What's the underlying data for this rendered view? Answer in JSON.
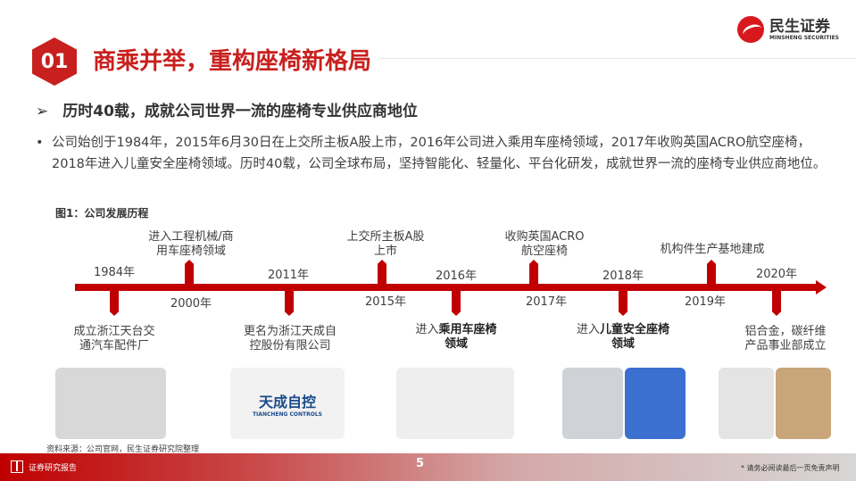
{
  "header": {
    "section_number": "01",
    "title": "商乘并举，重构座椅新格局",
    "logo_cn": "民生证券",
    "logo_en": "MINSHENG SECURITIES"
  },
  "subtitle": "历时40载，成就公司世界一流的座椅专业供应商地位",
  "body": "公司始创于1984年，2015年6月30日在上交所主板A股上市，2016年公司进入乘用车座椅领域，2017年收购英国ACRO航空座椅，2018年进入儿童安全座椅领域。历时40载，公司全球布局，坚持智能化、轻量化、平台化研发，成就世界一流的座椅专业供应商地位。",
  "figure_title": "图1：公司发展历程",
  "timeline": [
    {
      "year": "1984年",
      "event": [
        "成立浙江天台交",
        "通汽车配件厂"
      ]
    },
    {
      "year": "2000年",
      "event": [
        "进入工程机械/商",
        "用车座椅领域"
      ]
    },
    {
      "year": "2011年",
      "event": [
        "更名为浙江天成自",
        "控股份有限公司"
      ]
    },
    {
      "year": "2015年",
      "event": [
        "上交所主板A股",
        "上市"
      ]
    },
    {
      "year": "2016年",
      "event_pre": "进入",
      "event_bold": "乘用车座椅",
      "event_line2": "领域"
    },
    {
      "year": "2017年",
      "event": [
        "收购英国ACRO",
        "航空座椅"
      ]
    },
    {
      "year": "2018年",
      "event_pre": "进入",
      "event_bold": "儿童安全座椅",
      "event_line2": "领域"
    },
    {
      "year": "2019年",
      "event": [
        "机构件生产基地建成"
      ]
    },
    {
      "year": "2020年",
      "event": [
        "铝合金，碳纤维",
        "产品事业部成立"
      ]
    }
  ],
  "images": {
    "logo_text": "天成自控",
    "logo_en": "TIANCHENG CONTROLS"
  },
  "source": "资料来源：公司官网，民生证券研究院整理",
  "footer": {
    "label": "证券研究报告",
    "page": "5",
    "disclaimer": "* 请务必阅读最后一页免责声明"
  },
  "colors": {
    "accent": "#c00000",
    "title": "#c8201e"
  }
}
